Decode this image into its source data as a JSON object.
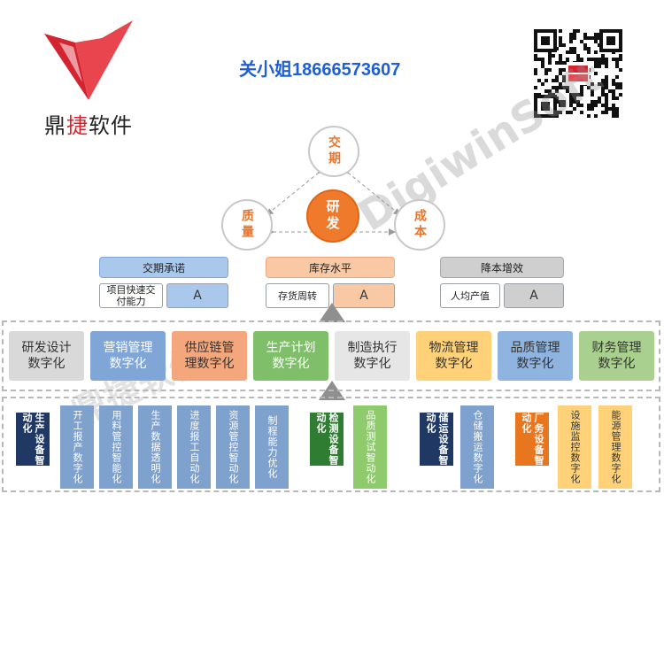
{
  "brand": {
    "name_part1": "鼎",
    "name_highlight": "捷",
    "name_part2": "软件",
    "color": "#d42430"
  },
  "contact": "关小姐18666573607",
  "watermark": {
    "en": "DigiwinSoft",
    "cn": "鼎捷软件"
  },
  "triangle": {
    "top": "交期",
    "left": "质量",
    "right": "成本",
    "center": "研发"
  },
  "kpis": [
    {
      "title": "交期承诺",
      "metric": "项目快速交付能力",
      "value": "A",
      "color": "#a9c8ec"
    },
    {
      "title": "库存水平",
      "metric": "存货周转",
      "value": "A",
      "color": "#f9c9a6"
    },
    {
      "title": "降本增效",
      "metric": "人均产值",
      "value": "A",
      "color": "#cfcfcf"
    }
  ],
  "modules": [
    {
      "label": "研发设计数字化",
      "color": "#d9d9d9"
    },
    {
      "label": "营销管理数字化",
      "color": "#7fa6d6"
    },
    {
      "label": "供应链管理数字化",
      "color": "#f4a77c"
    },
    {
      "label": "生产计划数字化",
      "color": "#7fbf6a"
    },
    {
      "label": "制造执行数字化",
      "color": "#e6e6e6"
    },
    {
      "label": "物流管理数字化",
      "color": "#ffd27a"
    },
    {
      "label": "品质管理数字化",
      "color": "#8fb4e0"
    },
    {
      "label": "财务管理数字化",
      "color": "#a9d08e"
    }
  ],
  "sub_groups": [
    {
      "label": "生产设备智动化",
      "color": "#1f3864",
      "children": [
        {
          "label": "开工报产数字化",
          "color": "#7ea1cd"
        },
        {
          "label": "用料管控智能化",
          "color": "#7ea1cd"
        },
        {
          "label": "生产数据透明化",
          "color": "#7ea1cd"
        },
        {
          "label": "进度报工自动化",
          "color": "#7ea1cd"
        },
        {
          "label": "资源管控智动化",
          "color": "#7ea1cd"
        },
        {
          "label": "制程能力优化",
          "color": "#7ea1cd"
        }
      ]
    },
    {
      "label": "检测设备智动化",
      "color": "#2e7d32",
      "children": [
        {
          "label": "品质测试智动化",
          "color": "#8fca6d"
        }
      ]
    },
    {
      "label": "储运设备智动化",
      "color": "#1f3864",
      "children": [
        {
          "label": "仓储搬运数字化",
          "color": "#7ea1cd"
        }
      ]
    },
    {
      "label": "厂务设备智动化",
      "color": "#e8761f",
      "children": [
        {
          "label": "设施监控数字化",
          "color": "#ffd27a"
        },
        {
          "label": "能源管理数字化",
          "color": "#ffd27a"
        }
      ]
    }
  ]
}
